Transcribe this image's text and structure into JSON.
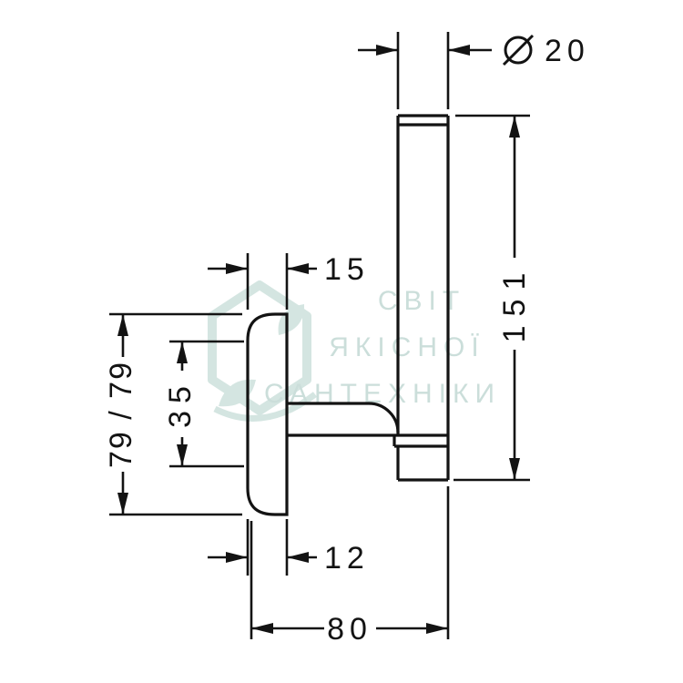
{
  "drawing": {
    "dimensions": {
      "diameter": {
        "symbol": "⌀",
        "value": "20"
      },
      "rod_length": "151",
      "plate_depth_top": "15",
      "plate_height": "79 / 79",
      "hole_spacing": "35",
      "plate_depth_bottom": "12",
      "wall_projection": "80"
    },
    "colors": {
      "line": "#131313",
      "watermark_shapes": "#d4e5e1",
      "watermark_text": "#cbdeda",
      "background": "#ffffff"
    }
  },
  "watermark": {
    "line1": "СВІТ",
    "line2": "ЯКІСНОЇ",
    "line3": "САНТЕХНІКИ"
  }
}
